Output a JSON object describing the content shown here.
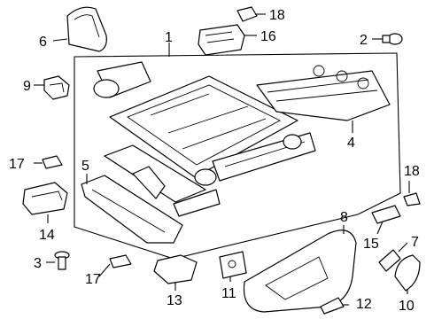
{
  "callouts": [
    {
      "id": "c1",
      "text": "1"
    },
    {
      "id": "c2",
      "text": "2"
    },
    {
      "id": "c3",
      "text": "3"
    },
    {
      "id": "c4",
      "text": "4"
    },
    {
      "id": "c5",
      "text": "5"
    },
    {
      "id": "c6",
      "text": "6"
    },
    {
      "id": "c7",
      "text": "7"
    },
    {
      "id": "c8",
      "text": "8"
    },
    {
      "id": "c9",
      "text": "9"
    },
    {
      "id": "c10",
      "text": "10"
    },
    {
      "id": "c11",
      "text": "11"
    },
    {
      "id": "c12",
      "text": "12"
    },
    {
      "id": "c13",
      "text": "13"
    },
    {
      "id": "c14",
      "text": "14"
    },
    {
      "id": "c15",
      "text": "15"
    },
    {
      "id": "c16",
      "text": "16"
    },
    {
      "id": "c17a",
      "text": "17"
    },
    {
      "id": "c17b",
      "text": "17"
    },
    {
      "id": "c18a",
      "text": "18"
    },
    {
      "id": "c18b",
      "text": "18"
    }
  ]
}
